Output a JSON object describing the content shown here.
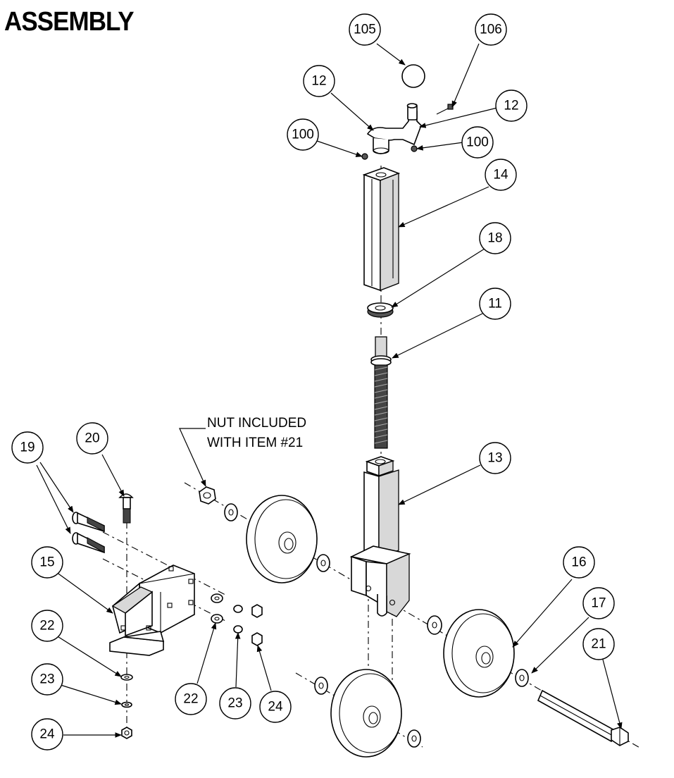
{
  "title": "ASSEMBLY",
  "note": {
    "line1": "NUT INCLUDED",
    "line2": "WITH ITEM #21"
  },
  "callouts": [
    {
      "id": "c105",
      "label": "105"
    },
    {
      "id": "c106",
      "label": "106"
    },
    {
      "id": "c12a",
      "label": "12"
    },
    {
      "id": "c12b",
      "label": "12"
    },
    {
      "id": "c100a",
      "label": "100"
    },
    {
      "id": "c100b",
      "label": "100"
    },
    {
      "id": "c14",
      "label": "14"
    },
    {
      "id": "c18",
      "label": "18"
    },
    {
      "id": "c11",
      "label": "11"
    },
    {
      "id": "c13",
      "label": "13"
    },
    {
      "id": "c19",
      "label": "19"
    },
    {
      "id": "c20",
      "label": "20"
    },
    {
      "id": "c15",
      "label": "15"
    },
    {
      "id": "c22a",
      "label": "22"
    },
    {
      "id": "c23a",
      "label": "23"
    },
    {
      "id": "c24a",
      "label": "24"
    },
    {
      "id": "c22b",
      "label": "22"
    },
    {
      "id": "c23b",
      "label": "23"
    },
    {
      "id": "c24b",
      "label": "24"
    },
    {
      "id": "c16",
      "label": "16"
    },
    {
      "id": "c17",
      "label": "17"
    },
    {
      "id": "c21",
      "label": "21"
    }
  ]
}
